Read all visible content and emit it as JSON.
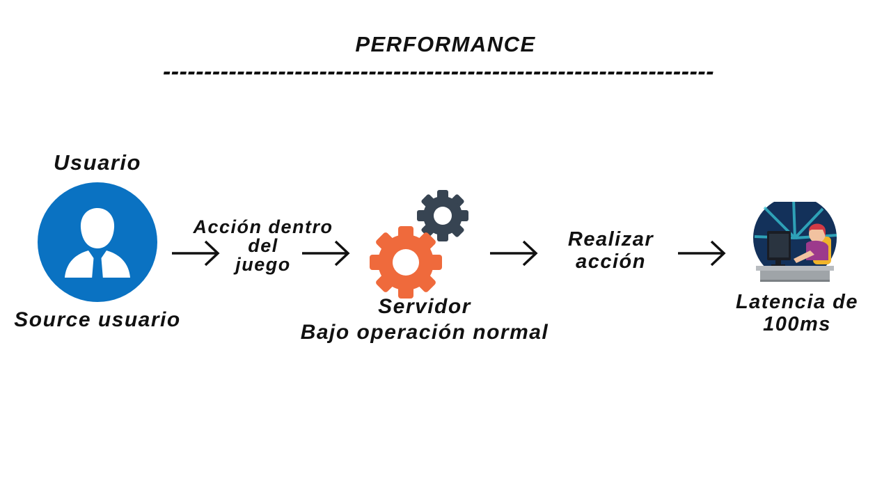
{
  "title": "PERFORMANCE",
  "divider": "-------------------------------------------------------------------",
  "user": {
    "title": "Usuario",
    "subtitle": "Source usuario",
    "icon": "user-avatar-icon",
    "color": "#0a72c2"
  },
  "step_action": "Acción dentro del juego",
  "server": {
    "title": "Servidor",
    "subtitle": "Bajo operación normal",
    "icons": [
      "orange-gear-icon",
      "dark-gear-icon"
    ],
    "colors": {
      "gear_large": "#ef6a3c",
      "gear_small": "#374452"
    }
  },
  "step_result": "Realizar acción",
  "client": {
    "label": "Latencia de 100ms",
    "icon": "gamer-at-computer-icon"
  }
}
